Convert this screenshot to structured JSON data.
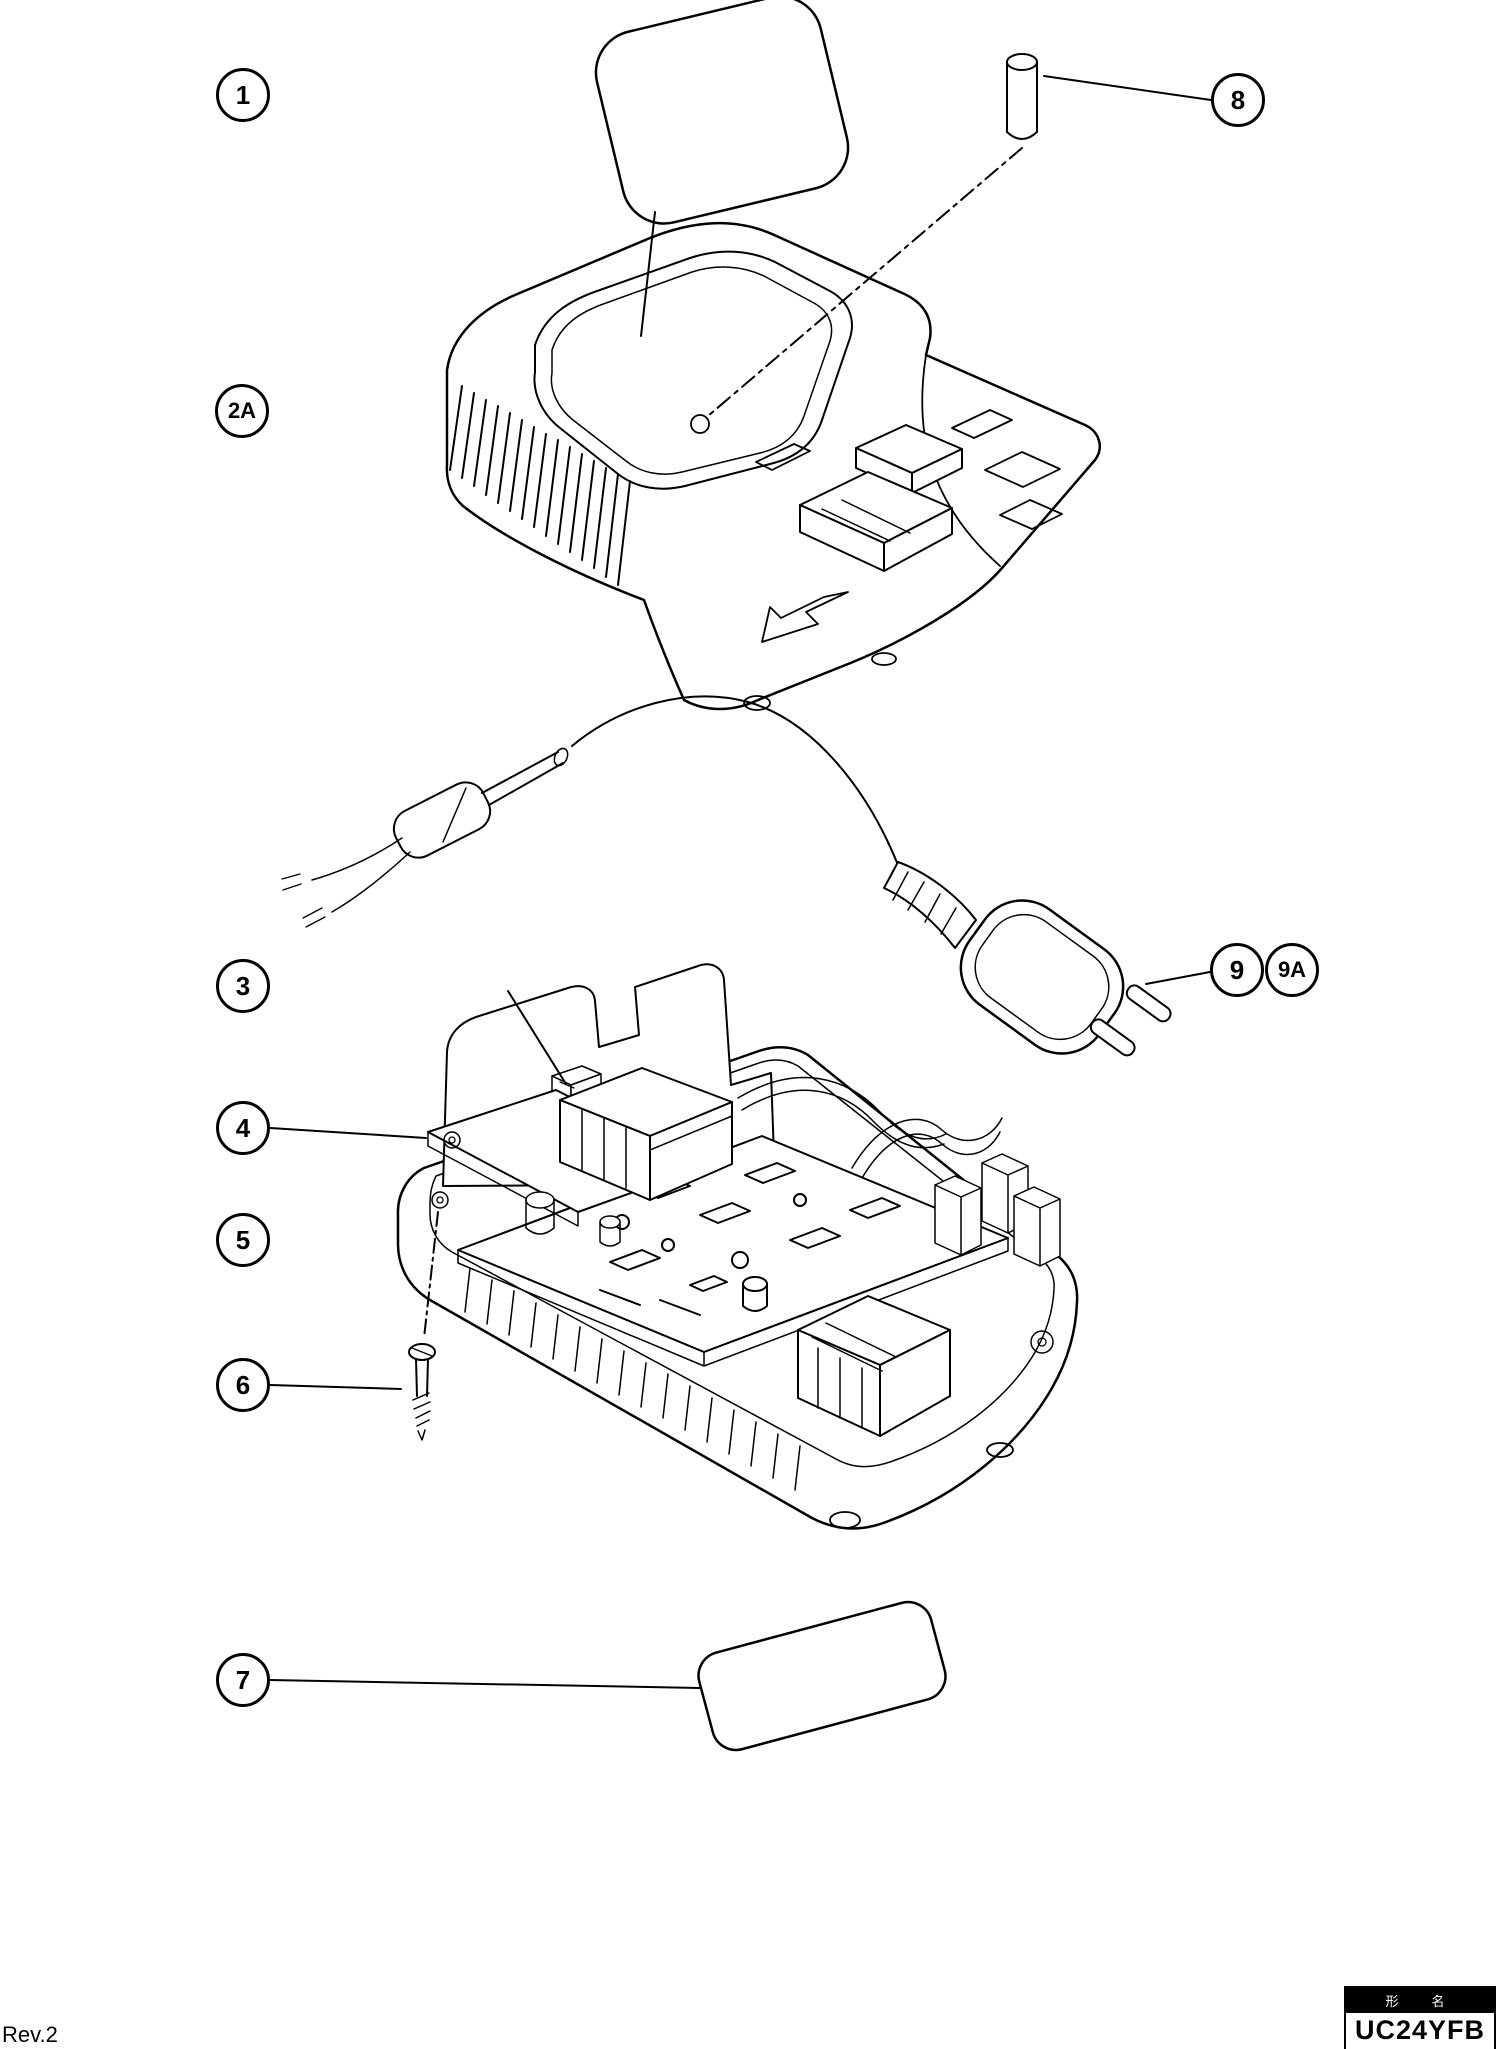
{
  "page": {
    "background_color": "#ffffff",
    "line_color": "#000000"
  },
  "callouts": [
    {
      "label": "1"
    },
    {
      "label": "2A"
    },
    {
      "label": "3"
    },
    {
      "label": "4"
    },
    {
      "label": "5"
    },
    {
      "label": "6"
    },
    {
      "label": "7"
    },
    {
      "label": "8"
    },
    {
      "label": "9"
    },
    {
      "label": "9A"
    }
  ],
  "footer": {
    "revision": "Rev.2"
  },
  "title_block": {
    "field_label": "形　名",
    "model_number": "UC24YFB"
  }
}
